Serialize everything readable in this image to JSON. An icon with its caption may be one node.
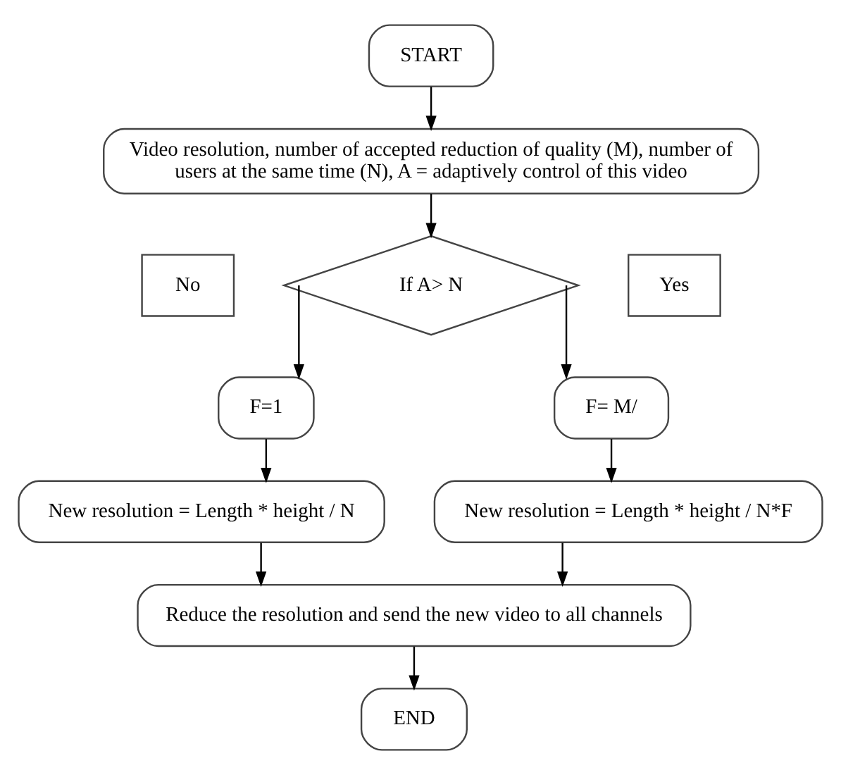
{
  "diagram": {
    "nodes": [
      {
        "text": [
          "START"
        ]
      },
      {
        "text": [
          "Video resolution, number of accepted reduction of quality (M), number of users at the same time (N), A = adaptively control of this video"
        ]
      },
      {
        "text": [
          "No"
        ]
      },
      {
        "text": [
          "If A> N"
        ]
      },
      {
        "text": [
          "Yes"
        ]
      },
      {
        "text": [
          "F=1"
        ]
      },
      {
        "text": [
          "F= M/"
        ]
      },
      {
        "text": [
          "New resolution = Length * height / N"
        ]
      },
      {
        "text": [
          "New resolution = Length * height / N*F"
        ]
      },
      {
        "text": [
          "Reduce the resolution and send the new video to all channels"
        ]
      },
      {
        "text": [
          "END"
        ]
      }
    ],
    "edges": [
      {
        "from": 0,
        "to": 1,
        "arrow": "to"
      },
      {
        "from": 1,
        "to": 3,
        "arrow": "to"
      },
      {
        "from": 3,
        "to": 5,
        "arrow": "to"
      },
      {
        "from": 3,
        "to": 6,
        "arrow": "to"
      },
      {
        "from": 5,
        "to": 7,
        "arrow": "to"
      },
      {
        "from": 6,
        "to": 8,
        "arrow": "to"
      },
      {
        "from": 7,
        "to": 9,
        "arrow": "to"
      },
      {
        "from": 8,
        "to": 9,
        "arrow": "to"
      },
      {
        "from": 9,
        "to": 10,
        "arrow": "to"
      }
    ]
  }
}
